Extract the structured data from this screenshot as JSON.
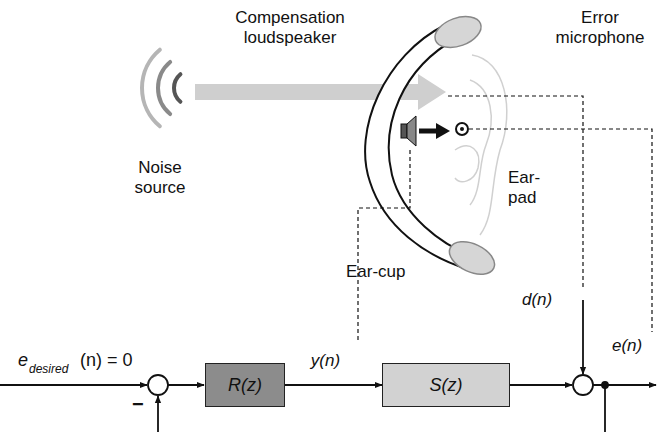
{
  "diagram": {
    "nodes": [
      {
        "text": [
          "R(z)"
        ]
      },
      {
        "text": [
          "S(z)"
        ]
      }
    ],
    "edges": [
      {
        "from": 0,
        "to": 1,
        "arrow": "to",
        "label": "y(n)"
      }
    ],
    "labels": [
      "Compensation loudspeaker",
      "Error microphone",
      "Noise source",
      "Ear- pad",
      "Ear-cup",
      "d(n)",
      "e(n)",
      "e",
      "desired",
      "(n) = 0",
      "−"
    ]
  }
}
